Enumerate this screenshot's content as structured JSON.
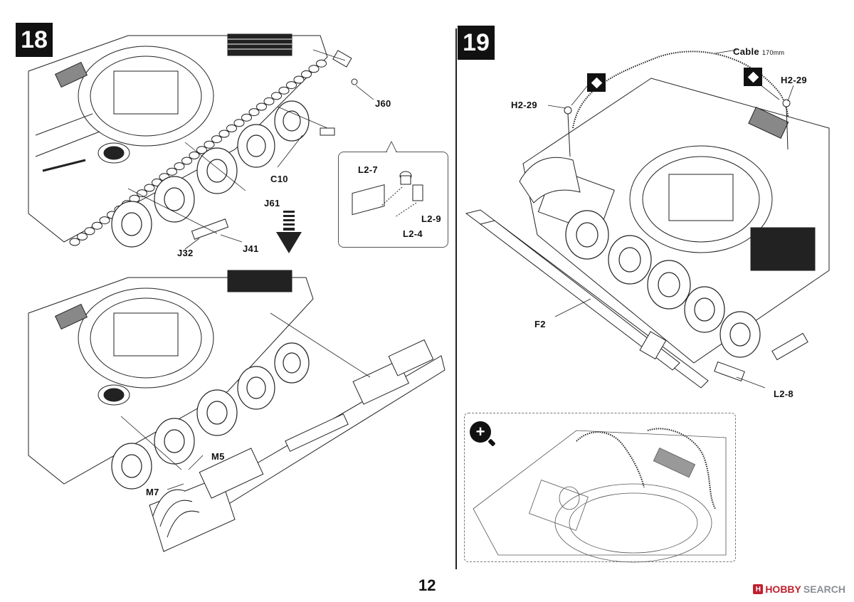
{
  "page_number": "12",
  "watermark": {
    "logo_letter": "H",
    "brand": "HOBBY",
    "suffix": "SEARCH"
  },
  "step18": {
    "number": "18",
    "parts": {
      "J60": "J60",
      "C10": "C10",
      "J61": "J61",
      "J32": "J32",
      "J41": "J41",
      "M5": "M5",
      "M7": "M7"
    },
    "inset": {
      "L2_7": "L2-7",
      "L2_9": "L2-9",
      "L2_4": "L2-4"
    }
  },
  "step19": {
    "number": "19",
    "cable_label": "Cable",
    "cable_length": "170mm",
    "parts": {
      "H2_29_left": "H2-29",
      "H2_29_right": "H2-29",
      "F2": "F2",
      "L2_8": "L2-8"
    },
    "zoom_icon": "magnifier-plus-icon"
  }
}
